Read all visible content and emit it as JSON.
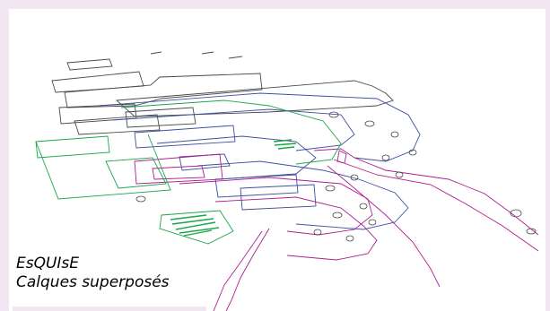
{
  "caption": {
    "title": "EsQUIsE",
    "subtitle": "Calques superposés"
  },
  "colors": {
    "frame": "#f2e6f2",
    "layer_black": "#4a4a4a",
    "layer_blue": "#3f4f9f",
    "layer_purple": "#b01f8f",
    "layer_green": "#1aa64a"
  },
  "layers": [
    "black",
    "blue",
    "purple",
    "green"
  ]
}
